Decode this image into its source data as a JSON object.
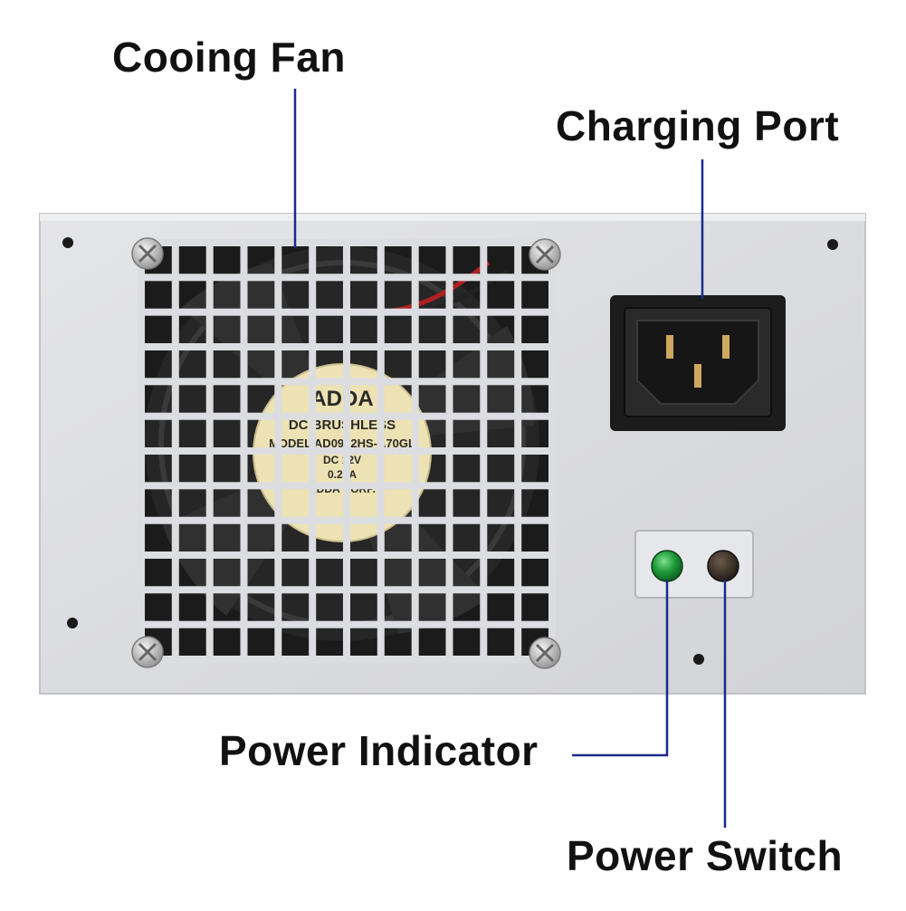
{
  "labels": {
    "cooling_fan": "Cooing Fan",
    "charging_port": "Charging Port",
    "power_indicator": "Power Indicator",
    "power_switch": "Power Switch"
  },
  "fan_sticker": {
    "brand": "ADDA",
    "line1": "DC BRUSHLESS",
    "line2": "MODEL AD0912HS-A70GL",
    "line3": "DC 12V",
    "line4": "0.25A",
    "line5": "ADDA CORP."
  },
  "colors": {
    "leader_line": "#1b2a8c",
    "panel": "#dcdde0",
    "indicator_led": "#1f9a3a",
    "socket": "#1c1c1c",
    "fan_sticker": "#ede2b3"
  }
}
